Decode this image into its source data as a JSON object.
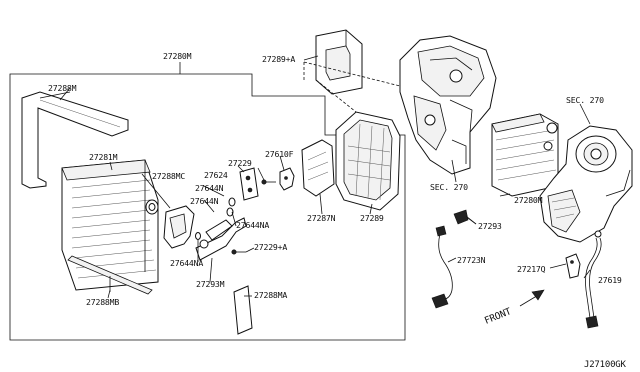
{
  "diagram_code": "J27100GK",
  "front_label": "FRONT",
  "labels": {
    "p27280M_top": "27280M",
    "p27289A": "27289+A",
    "p27288M": "27288M",
    "p27281M": "27281M",
    "p27288MC": "27288MC",
    "p27610F": "27610F",
    "p27229": "27229",
    "p27624": "27624",
    "p27644N_a": "27644N",
    "p27644N_b": "27644N",
    "p27644NA_a": "27644NA",
    "p27644NA_b": "27644NA",
    "p27229A": "27229+A",
    "p27293M": "27293M",
    "p27288MA": "27288MA",
    "p27288MB": "27288MB",
    "p27287N": "27287N",
    "p27289": "27289",
    "sec270_a": "SEC. 270",
    "sec270_b": "SEC. 270",
    "p27280M_right": "27280M",
    "p27293": "27293",
    "p27723N": "27723N",
    "p27217Q": "27217Q",
    "p27619": "27619"
  }
}
